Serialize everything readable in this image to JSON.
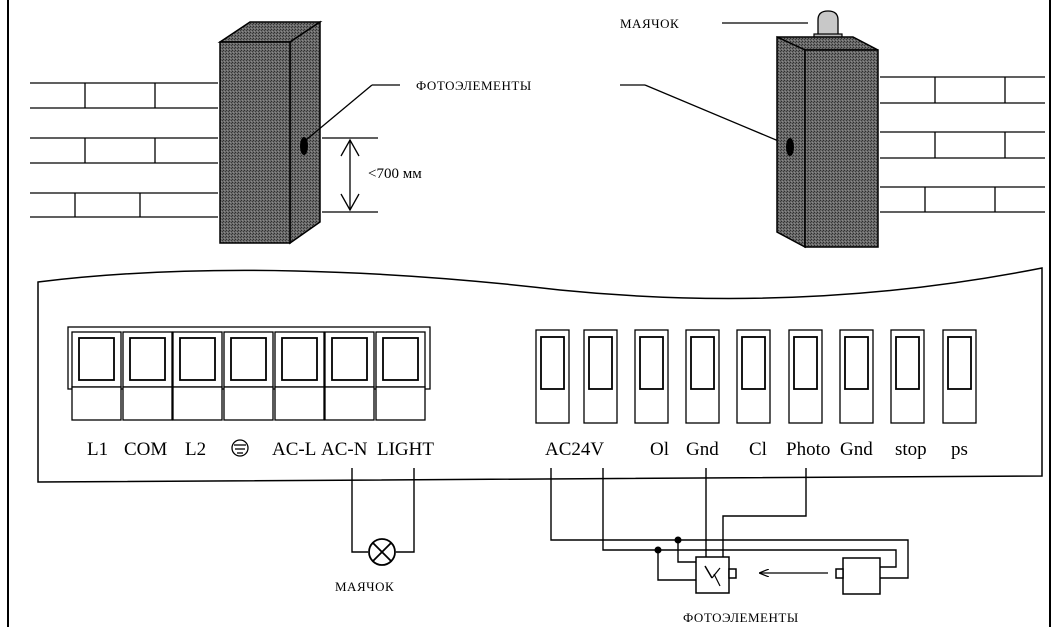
{
  "labels": {
    "beacon_top": "МАЯЧОК",
    "photocells_top": "ФОТОЭЛЕМЕНТЫ",
    "height_limit": "<700 мм",
    "beacon_bottom": "МАЯЧОК",
    "photocells_bottom": "ФОТОЭЛЕМЕНТЫ"
  },
  "terminals_left": [
    "L1",
    "COM",
    "L2",
    "⏚",
    "AC-L",
    "AC-N",
    "LIGHT"
  ],
  "terminals_right": [
    "AC24V",
    "",
    "Ol",
    "Gnd",
    "Cl",
    "Photo",
    "Gnd",
    "stop",
    "ps"
  ],
  "icons": {
    "earth": "earth-ground-icon",
    "lamp": "lamp-cross-icon",
    "relay": "relay-switch-icon"
  },
  "colors": {
    "pillar_fill": "#555555",
    "line": "#000000",
    "background": "#ffffff"
  }
}
